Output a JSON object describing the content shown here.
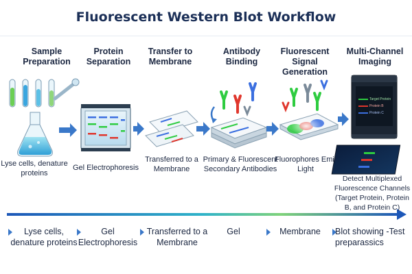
{
  "title": "Fluorescent Western Blot Workflow",
  "stages": [
    {
      "title": "Sample Preparation",
      "sub": "Lyse cells, denature proteins"
    },
    {
      "title": "Protein Separation",
      "sub": "Gel Electrophoresis"
    },
    {
      "title": "Transfer to Membrane",
      "sub": "Transferred to a Membrane"
    },
    {
      "title": "Antibody Binding",
      "sub": "Primary & Fluorescent Secondary Antibodies"
    },
    {
      "title": "Fluorescent Signal Generation",
      "sub": "Fluorophores Emit Light"
    },
    {
      "title": "Multi-Channel Imaging",
      "sub": "Detect Multiplexed Fluorescence Channels (Target Protein, Protein B, and Protein C)"
    }
  ],
  "bottom_labels": [
    "Lyse cells, denature proteins",
    "Gel Electrophoresis",
    "Transferred to a Membrane",
    "Gel",
    "Membrane",
    "Blot showing -Test preparassics"
  ],
  "screen_labels": [
    "Target Protein",
    "Protein B",
    "Protein C"
  ],
  "colors": {
    "title": "#1b2f57",
    "arrow": "#3a78c9",
    "green_channel": "#2ecc40",
    "red_channel": "#e0362c",
    "blue_channel": "#3b6fe0"
  }
}
